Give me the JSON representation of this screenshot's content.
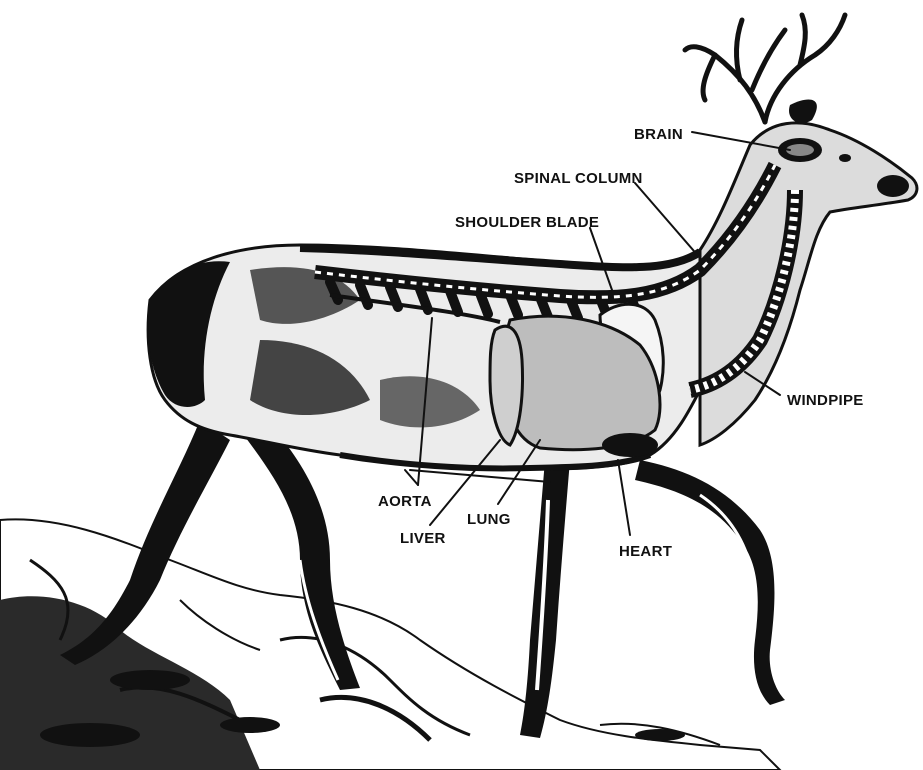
{
  "diagram": {
    "subject": "deer-anatomy",
    "colors": {
      "ink": "#111111",
      "paper": "#ffffff",
      "bone": "#ffffff"
    },
    "labels": {
      "brain": "BRAIN",
      "spinal_column": "SPINAL COLUMN",
      "shoulder_blade": "SHOULDER BLADE",
      "windpipe": "WINDPIPE",
      "aorta": "AORTA",
      "liver": "LIVER",
      "lung": "LUNG",
      "heart": "HEART"
    }
  }
}
